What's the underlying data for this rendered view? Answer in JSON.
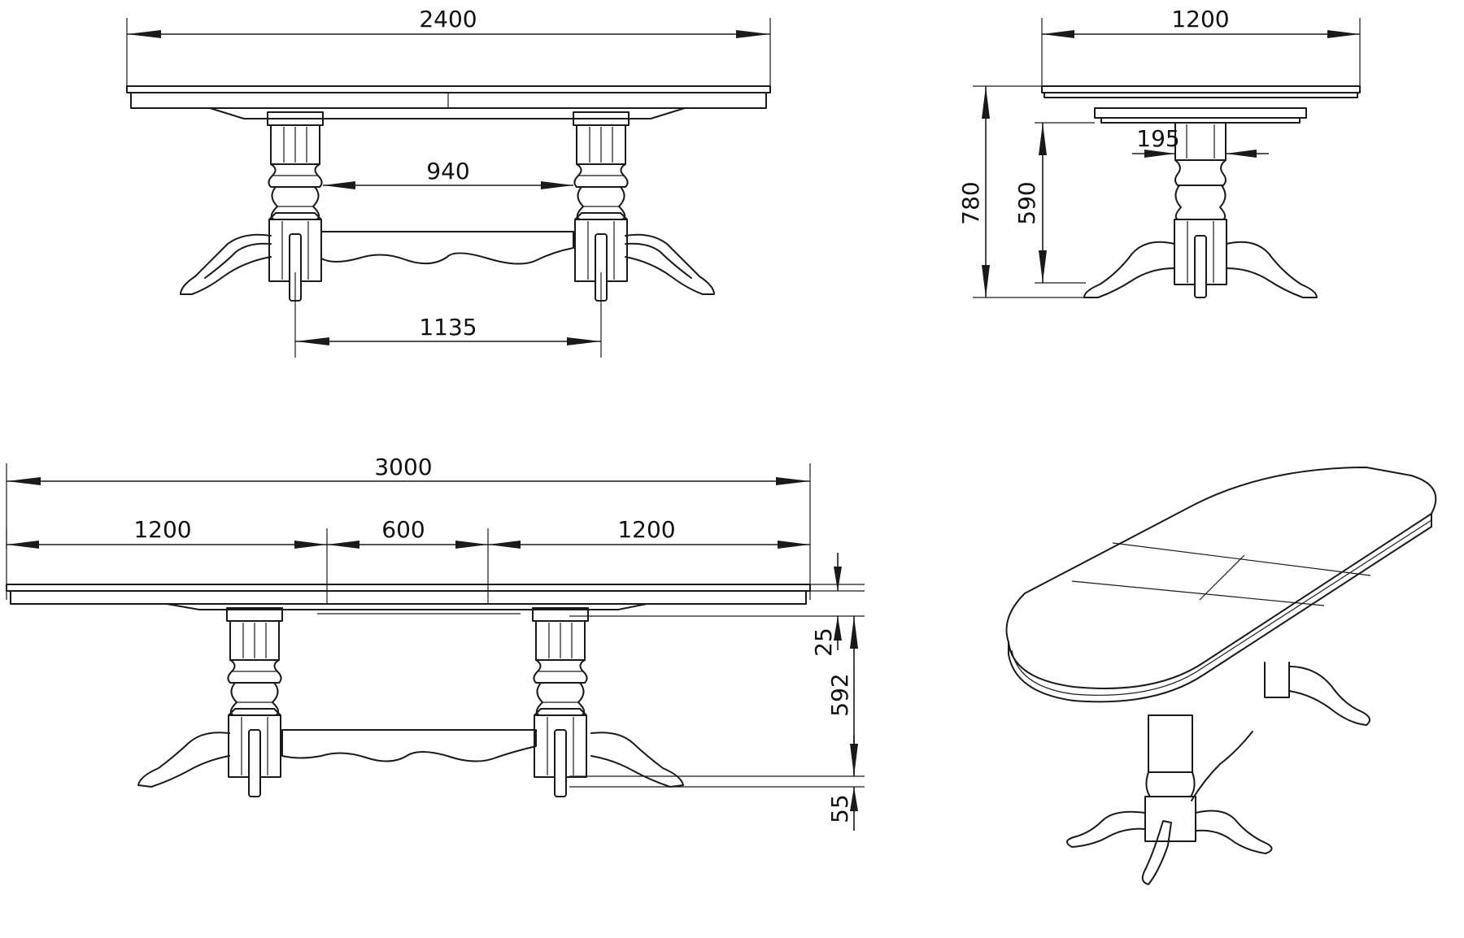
{
  "drawing": {
    "front_view": {
      "overall_width": "2400",
      "inner_leg_gap": "940",
      "leg_axis_distance": "1135"
    },
    "side_view": {
      "width": "1200",
      "total_height": "780",
      "base_height": "590",
      "column_width": "195"
    },
    "extended_view": {
      "overall_width": "3000",
      "left_section": "1200",
      "insert_leaf": "600",
      "right_section": "1200",
      "apron_height": "25",
      "clearance_height": "592",
      "foot_height": "55"
    }
  }
}
